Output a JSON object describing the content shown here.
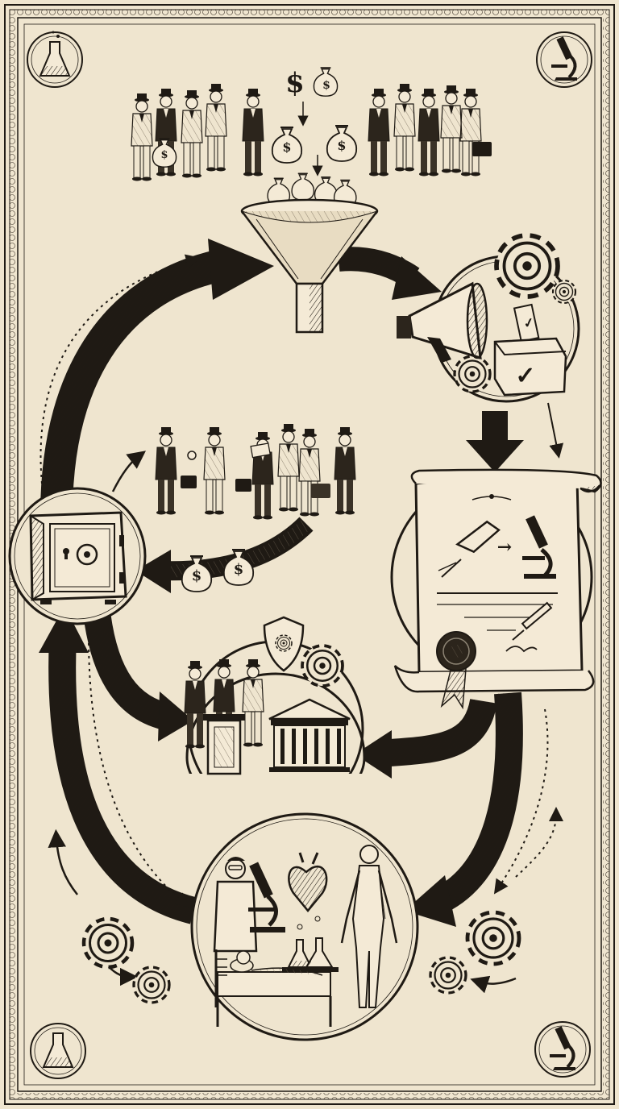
{
  "palette": {
    "paper": "#efe5cf",
    "paper_dark": "#e3d6b8",
    "ink": "#1f1a14",
    "ink_soft": "#4a4033",
    "gray": "#8d8474"
  },
  "symbols": {
    "dollar": "$",
    "check": "✓",
    "arrow": "→"
  },
  "diagram": {
    "cycle": [
      {
        "id": "donors",
        "icon": "money-bags-icon"
      },
      {
        "id": "funnel",
        "icon": "funnel-icon"
      },
      {
        "id": "campaign",
        "icon": "megaphone-icon"
      },
      {
        "id": "policy",
        "icon": "scroll-icon"
      },
      {
        "id": "government",
        "icon": "capitol-icon"
      },
      {
        "id": "medicine",
        "icon": "microscope-icon"
      },
      {
        "id": "vault",
        "icon": "safe-icon"
      },
      {
        "id": "dealmakers",
        "icon": "handshake-icon"
      }
    ],
    "corner_icons": [
      "flask-icon",
      "microscope-icon",
      "flask-icon",
      "microscope-icon"
    ]
  }
}
